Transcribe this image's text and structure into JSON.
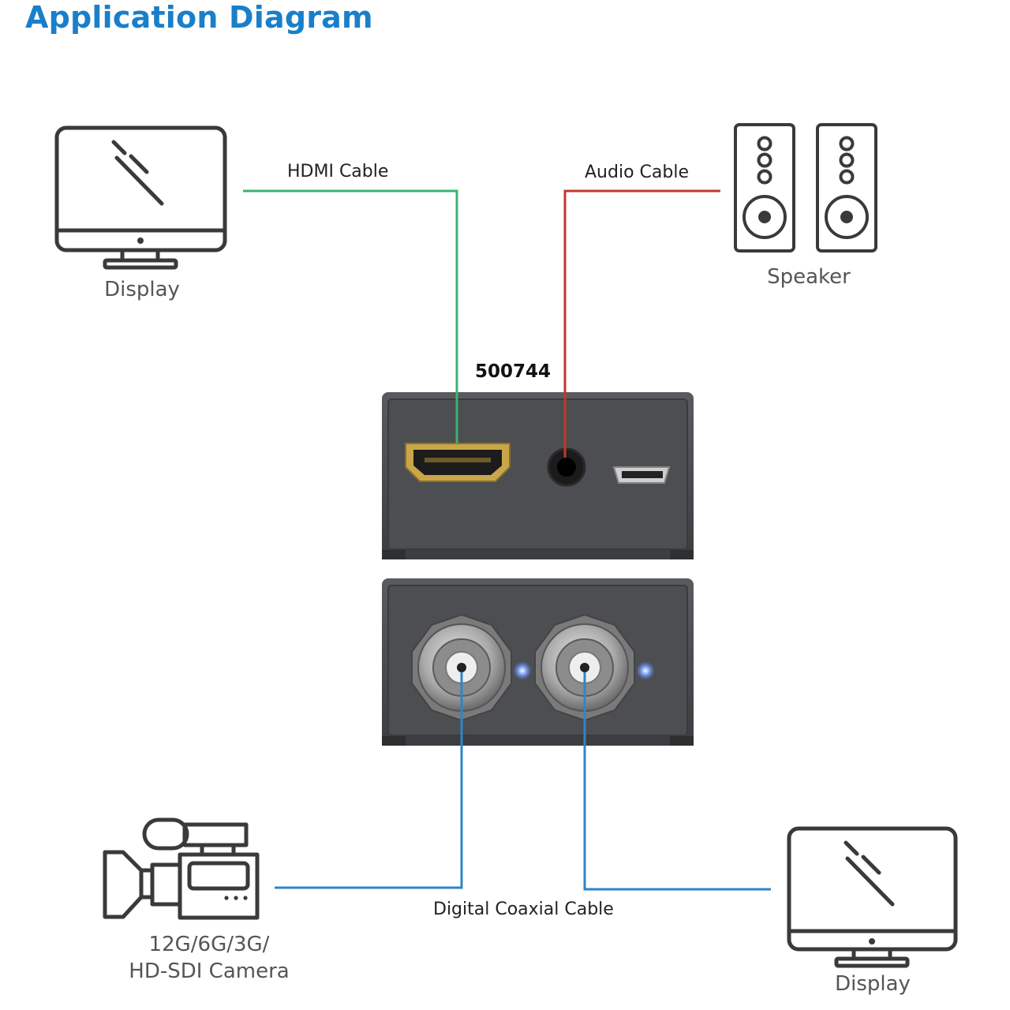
{
  "header": {
    "title": "Application Diagram"
  },
  "device": {
    "model": "500744"
  },
  "nodes": {
    "display_top": {
      "label": "Display",
      "icon": "monitor-icon"
    },
    "speaker": {
      "label": "Speaker",
      "icon": "speaker-icon"
    },
    "camera": {
      "label_line1": "12G/6G/3G/",
      "label_line2": "HD-SDI Camera",
      "icon": "camera-icon"
    },
    "display_bottom": {
      "label": "Display",
      "icon": "monitor-icon"
    }
  },
  "cables": {
    "hdmi": {
      "label": "HDMI Cable",
      "color": "#3cb371"
    },
    "audio": {
      "label": "Audio Cable",
      "color": "#c0392b"
    },
    "coax": {
      "label": "Digital Coaxial Cable",
      "color": "#2e86c8"
    }
  },
  "colors": {
    "title": "#1a7fc9",
    "icon_stroke": "#3a3a3a",
    "device_body": "#4a4b4e",
    "hdmi_port": "#c9a64a",
    "led": "#4a7dff"
  }
}
